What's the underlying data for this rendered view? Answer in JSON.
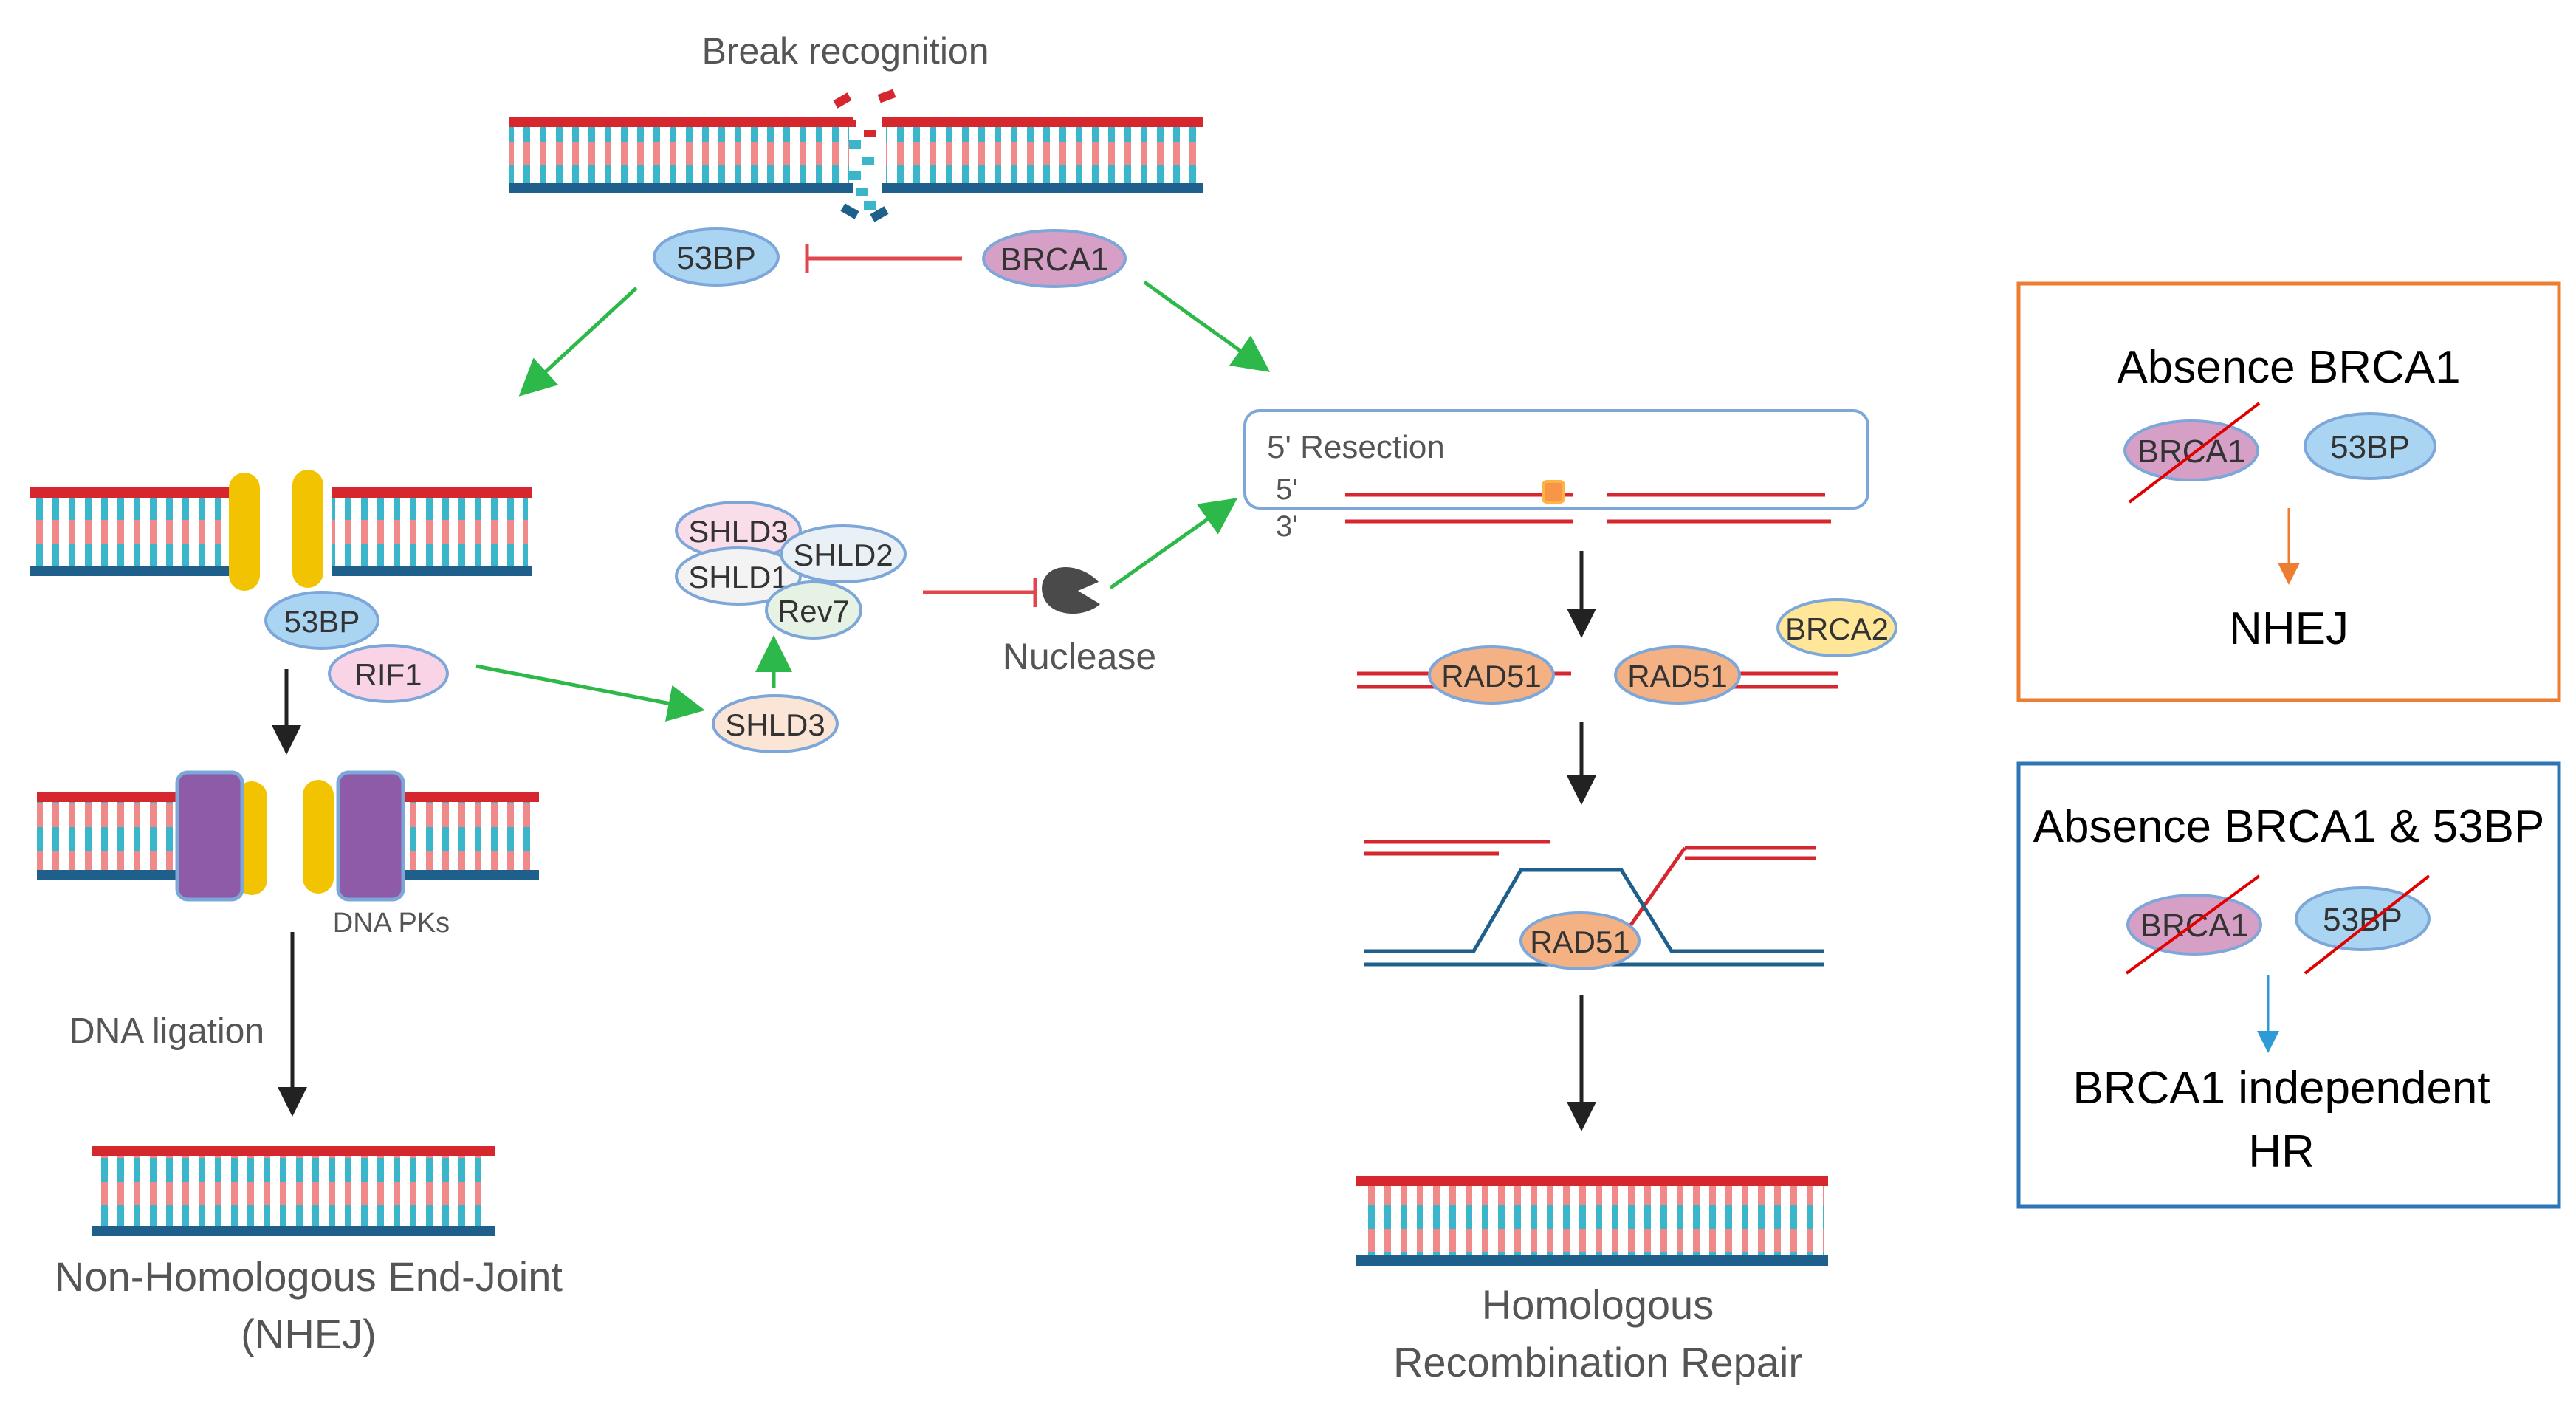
{
  "labels": {
    "break_recognition": "Break recognition",
    "resection": "5' Resection",
    "five_prime": "5'",
    "three_prime": "3'",
    "nuclease": "Nuclease",
    "dna_pks": "DNA PKs",
    "dna_ligation": "DNA ligation",
    "nhej_title_line1": "Non-Homologous End-Joint",
    "nhej_title_line2": "(NHEJ)",
    "hr_title_line1": "Homologous",
    "hr_title_line2": "Recombination Repair"
  },
  "proteins": {
    "bp53_top": "53BP",
    "brca1_top": "BRCA1",
    "bp53_left": "53BP",
    "rif1": "RIF1",
    "shld3_a": "SHLD3",
    "shld2": "SHLD2",
    "shld1": "SHLD1",
    "rev7": "Rev7",
    "shld3_b": "SHLD3",
    "rad51_a": "RAD51",
    "rad51_b": "RAD51",
    "brca2": "BRCA2",
    "rad51_c": "RAD51"
  },
  "legend": {
    "box1": {
      "title": "Absence BRCA1",
      "protein_a": "BRCA1",
      "protein_b": "53BP",
      "result": "NHEJ",
      "border_color": "#ED7D31"
    },
    "box2": {
      "title": "Absence BRCA1 & 53BP",
      "protein_a": "BRCA1",
      "protein_b": "53BP",
      "result_line1": "BRCA1 independent",
      "result_line2": "HR",
      "border_color": "#2E75B6"
    }
  },
  "colors": {
    "dna_red": "#D6272E",
    "dna_blue": "#1F5F8B",
    "rung_pink": "#F08A8A",
    "rung_cyan": "#3AB5C9",
    "blue_protein": "#A9D4F2",
    "pink_protein": "#D59FC6",
    "orange_protein": "#F4B183",
    "inhibit_red": "#E0474C",
    "activate_green": "#2DB84A",
    "ku_yellow": "#F2C300",
    "dnapk_purple": "#8E5BA8"
  }
}
